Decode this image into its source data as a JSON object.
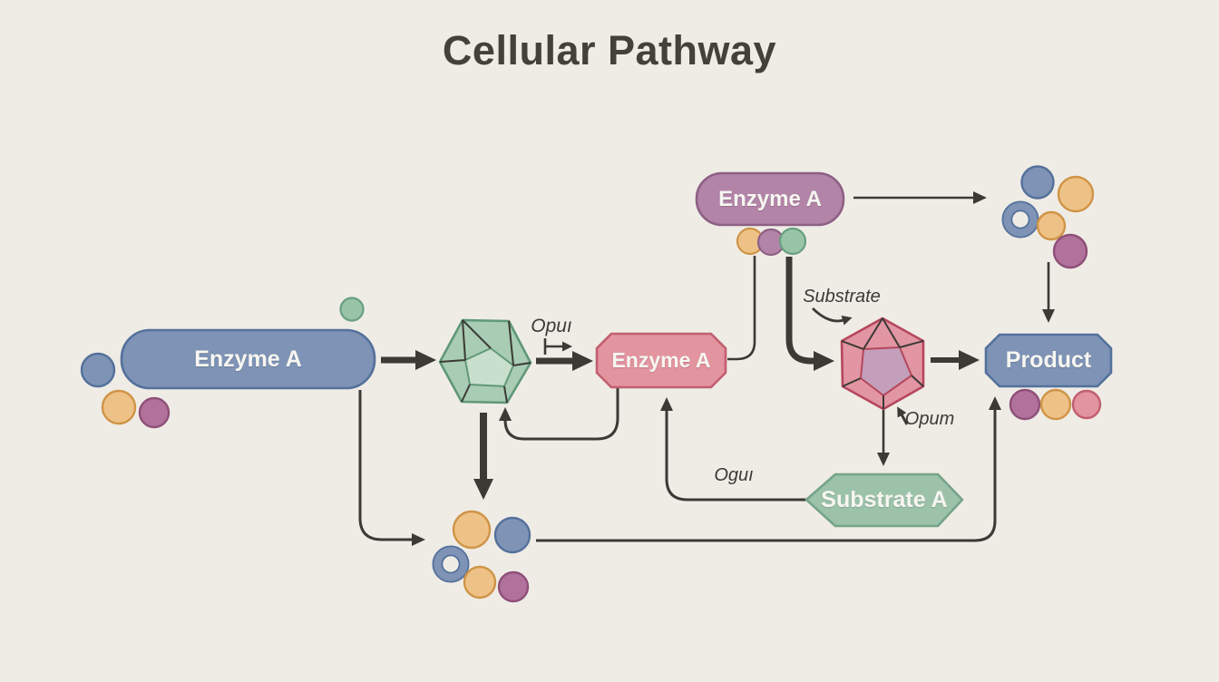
{
  "title": "Cellular Pathway",
  "colors": {
    "background": "#efece6",
    "arrow": "#3b3a35",
    "text_dark": "#43413a",
    "blue_fill": "#7e93b5",
    "blue_stroke": "#54719b",
    "purple_fill": "#b284a8",
    "purple_stroke": "#8d6084",
    "pink_fill": "#e2949f",
    "pink_stroke": "#c25f6f",
    "green_fill": "#a9ccb4",
    "green_face": "#c9dfcd",
    "green_stroke": "#5f9878",
    "substrate_fill": "#9cc2aa",
    "substrate_stroke": "#75a487",
    "red_fill": "#e295a3",
    "red_face": "#c49fbb",
    "red_stroke": "#b5475c",
    "orange_fill": "#eec286",
    "orange_stroke": "#cf9447",
    "mauve_fill": "#b0719b",
    "mauve_stroke": "#8e4f78",
    "circle_green_fill": "#99c3a7",
    "circle_green_stroke": "#67a081"
  },
  "nodes": {
    "enzyme_left": {
      "label": "Enzyme A"
    },
    "enzyme_top": {
      "label": "Enzyme A"
    },
    "enzyme_mid": {
      "label": "Enzyme A"
    },
    "product": {
      "label": "Product"
    },
    "substrate_a": {
      "label": "Substrate A"
    }
  },
  "annotations": {
    "opui_left": "Opuı",
    "substrate": "Substrate",
    "opur_right": "Opuт",
    "ogui_bottom": "Oguı"
  }
}
